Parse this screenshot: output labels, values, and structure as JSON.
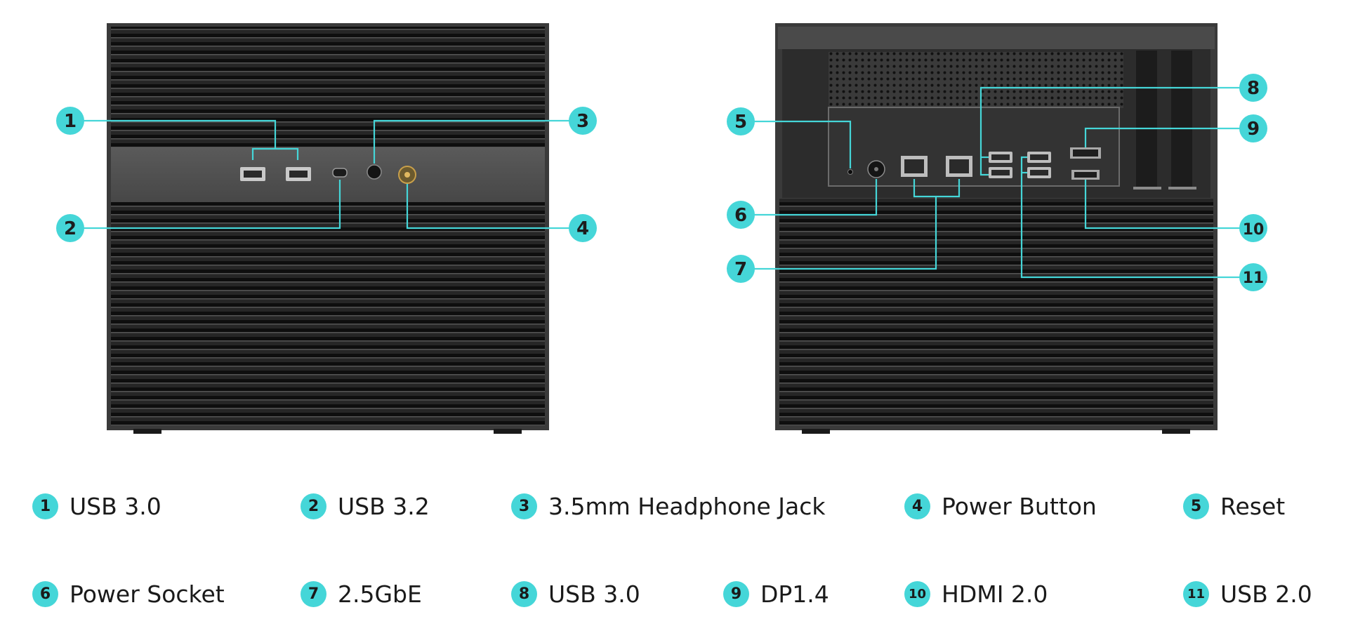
{
  "accent_color": "#45d6d8",
  "case_color": "#2f2f2f",
  "callouts": {
    "c1": "1",
    "c2": "2",
    "c3": "3",
    "c4": "4",
    "c5": "5",
    "c6": "6",
    "c7": "7",
    "c8": "8",
    "c9": "9",
    "c10": "10",
    "c11": "11"
  },
  "legend": [
    {
      "num": "1",
      "label": "USB 3.0"
    },
    {
      "num": "2",
      "label": "USB 3.2"
    },
    {
      "num": "3",
      "label": "3.5mm Headphone Jack"
    },
    {
      "num": "4",
      "label": "Power Button"
    },
    {
      "num": "5",
      "label": "Reset"
    },
    {
      "num": "6",
      "label": "Power Socket"
    },
    {
      "num": "7",
      "label": "2.5GbE"
    },
    {
      "num": "8",
      "label": "USB 3.0"
    },
    {
      "num": "9",
      "label": "DP1.4"
    },
    {
      "num": "10",
      "label": "HDMI 2.0"
    },
    {
      "num": "11",
      "label": "USB 2.0"
    }
  ]
}
